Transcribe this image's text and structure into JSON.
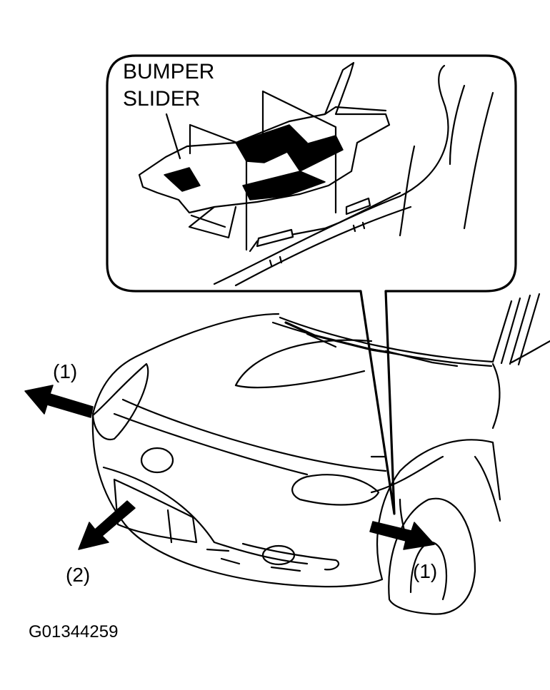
{
  "callout": {
    "label_line1": "BUMPER",
    "label_line2": "SLIDER"
  },
  "arrows": {
    "left_upper_label": "(1)",
    "left_lower_label": "(2)",
    "right_label": "(1)"
  },
  "figure_id": "G01344259",
  "colors": {
    "ink": "#000000",
    "paper": "#ffffff"
  }
}
